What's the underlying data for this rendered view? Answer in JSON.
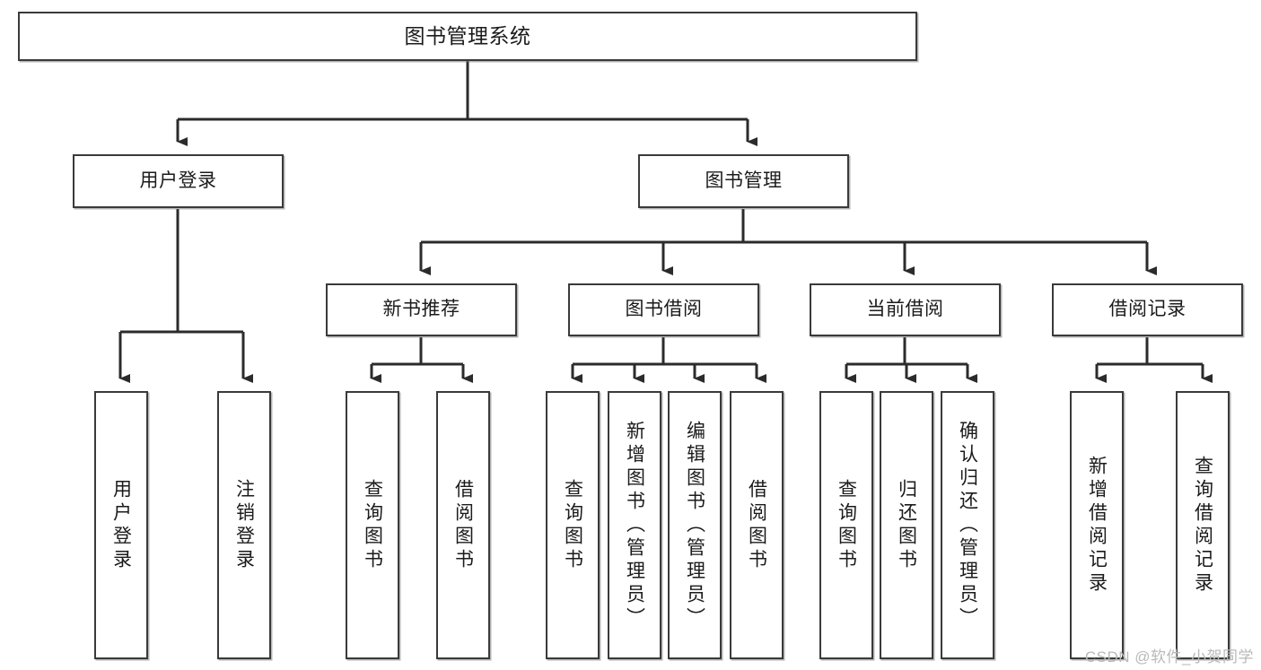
{
  "diagram": {
    "title": "图书管理系统",
    "type": "tree",
    "watermark": "CSDN @软件_小贺同学",
    "colors": {
      "box_border": "#3a3a3a",
      "box_fill": "#ffffff",
      "connector": "#2b2b2b",
      "text": "#1b1b1b",
      "watermark": "#b9b9b9"
    },
    "root": {
      "label": "图书管理系统"
    },
    "level2": [
      {
        "label": "用户登录"
      },
      {
        "label": "图书管理"
      }
    ],
    "level3": [
      {
        "label": "新书推荐"
      },
      {
        "label": "图书借阅"
      },
      {
        "label": "当前借阅"
      },
      {
        "label": "借阅记录"
      }
    ],
    "leaves": [
      {
        "label": "用户登录",
        "parent": "用户登录"
      },
      {
        "label": "注销登录",
        "parent": "用户登录"
      },
      {
        "label": "查询图书",
        "parent": "新书推荐"
      },
      {
        "label": "借阅图书",
        "parent": "新书推荐"
      },
      {
        "label": "查询图书",
        "parent": "图书借阅"
      },
      {
        "label": "新增图书（管理员）",
        "parent": "图书借阅"
      },
      {
        "label": "编辑图书（管理员）",
        "parent": "图书借阅"
      },
      {
        "label": "借阅图书",
        "parent": "图书借阅"
      },
      {
        "label": "查询图书",
        "parent": "当前借阅"
      },
      {
        "label": "归还图书",
        "parent": "当前借阅"
      },
      {
        "label": "确认归还（管理员）",
        "parent": "当前借阅"
      },
      {
        "label": "新增借阅记录",
        "parent": "借阅记录"
      },
      {
        "label": "查询借阅记录",
        "parent": "借阅记录"
      }
    ]
  }
}
